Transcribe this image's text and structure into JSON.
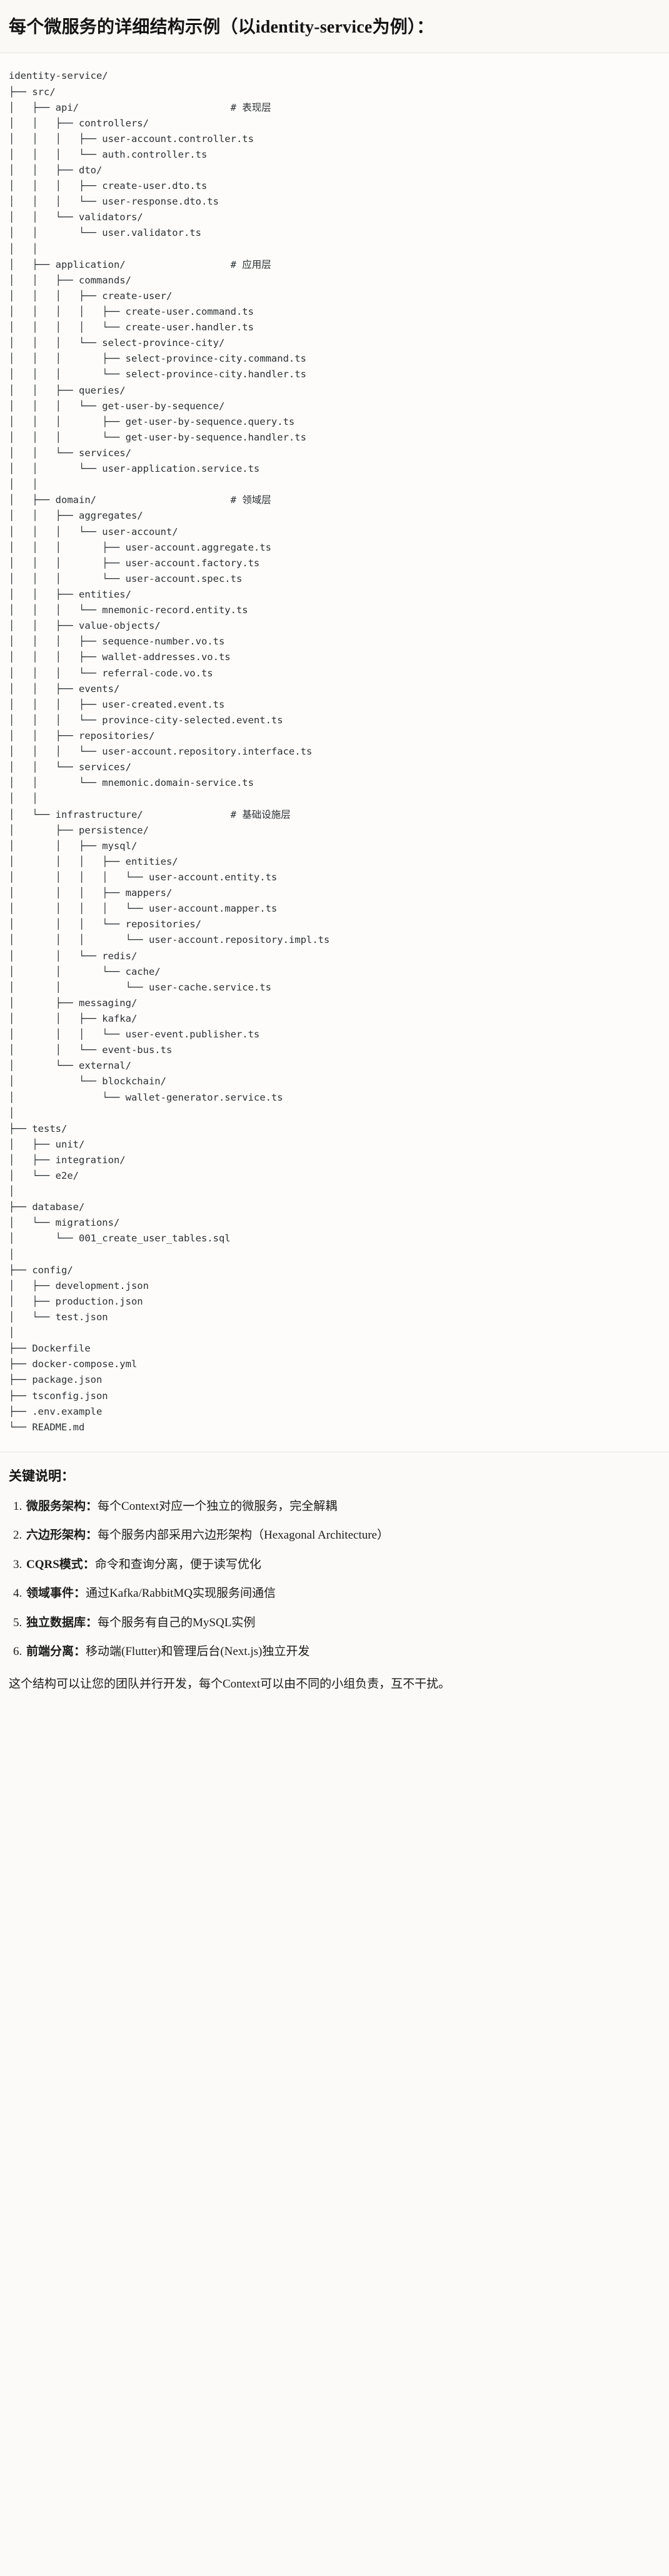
{
  "header": {
    "title": "每个微服务的详细结构示例（以identity-service为例）："
  },
  "tree": {
    "root": "identity-service/",
    "text": "identity-service/\n├── src/\n│   ├── api/                          # 表现层\n│   │   ├── controllers/\n│   │   │   ├── user-account.controller.ts\n│   │   │   └── auth.controller.ts\n│   │   ├── dto/\n│   │   │   ├── create-user.dto.ts\n│   │   │   └── user-response.dto.ts\n│   │   └── validators/\n│   │       └── user.validator.ts\n│   │\n│   ├── application/                  # 应用层\n│   │   ├── commands/\n│   │   │   ├── create-user/\n│   │   │   │   ├── create-user.command.ts\n│   │   │   │   └── create-user.handler.ts\n│   │   │   └── select-province-city/\n│   │   │       ├── select-province-city.command.ts\n│   │   │       └── select-province-city.handler.ts\n│   │   ├── queries/\n│   │   │   └── get-user-by-sequence/\n│   │   │       ├── get-user-by-sequence.query.ts\n│   │   │       └── get-user-by-sequence.handler.ts\n│   │   └── services/\n│   │       └── user-application.service.ts\n│   │\n│   ├── domain/                       # 领域层\n│   │   ├── aggregates/\n│   │   │   └── user-account/\n│   │   │       ├── user-account.aggregate.ts\n│   │   │       ├── user-account.factory.ts\n│   │   │       └── user-account.spec.ts\n│   │   ├── entities/\n│   │   │   └── mnemonic-record.entity.ts\n│   │   ├── value-objects/\n│   │   │   ├── sequence-number.vo.ts\n│   │   │   ├── wallet-addresses.vo.ts\n│   │   │   └── referral-code.vo.ts\n│   │   ├── events/\n│   │   │   ├── user-created.event.ts\n│   │   │   └── province-city-selected.event.ts\n│   │   ├── repositories/\n│   │   │   └── user-account.repository.interface.ts\n│   │   └── services/\n│   │       └── mnemonic.domain-service.ts\n│   │\n│   └── infrastructure/               # 基础设施层\n│       ├── persistence/\n│       │   ├── mysql/\n│       │   │   ├── entities/\n│       │   │   │   └── user-account.entity.ts\n│       │   │   ├── mappers/\n│       │   │   │   └── user-account.mapper.ts\n│       │   │   └── repositories/\n│       │   │       └── user-account.repository.impl.ts\n│       │   └── redis/\n│       │       └── cache/\n│       │           └── user-cache.service.ts\n│       ├── messaging/\n│       │   ├── kafka/\n│       │   │   └── user-event.publisher.ts\n│       │   └── event-bus.ts\n│       └── external/\n│           └── blockchain/\n│               └── wallet-generator.service.ts\n│\n├── tests/\n│   ├── unit/\n│   ├── integration/\n│   └── e2e/\n│\n├── database/\n│   └── migrations/\n│       └── 001_create_user_tables.sql\n│\n├── config/\n│   ├── development.json\n│   ├── production.json\n│   └── test.json\n│\n├── Dockerfile\n├── docker-compose.yml\n├── package.json\n├── tsconfig.json\n├── .env.example\n└── README.md",
    "layer_comments": [
      "# 表现层",
      "# 应用层",
      "# 领域层",
      "# 基础设施层"
    ]
  },
  "notes": {
    "heading": "关键说明：",
    "items": [
      {
        "term": "微服务架构",
        "sep": "：",
        "desc": "每个Context对应一个独立的微服务，完全解耦"
      },
      {
        "term": "六边形架构",
        "sep": "：",
        "desc": "每个服务内部采用六边形架构（Hexagonal Architecture）"
      },
      {
        "term": "CQRS模式",
        "sep": "：",
        "desc": "命令和查询分离，便于读写优化"
      },
      {
        "term": "领域事件",
        "sep": "：",
        "desc": "通过Kafka/RabbitMQ实现服务间通信"
      },
      {
        "term": "独立数据库",
        "sep": "：",
        "desc": "每个服务有自己的MySQL实例"
      },
      {
        "term": "前端分离",
        "sep": "：",
        "desc": "移动端(Flutter)和管理后台(Next.js)独立开发"
      }
    ],
    "closing": "这个结构可以让您的团队并行开发，每个Context可以由不同的小组负责，互不干扰。"
  },
  "colors": {
    "page_background": "#fbfaf8",
    "code_background": "#fdfcfa",
    "text": "#1f1f1f",
    "code_text": "#2b2f33",
    "divider": "#e6e3dd"
  }
}
